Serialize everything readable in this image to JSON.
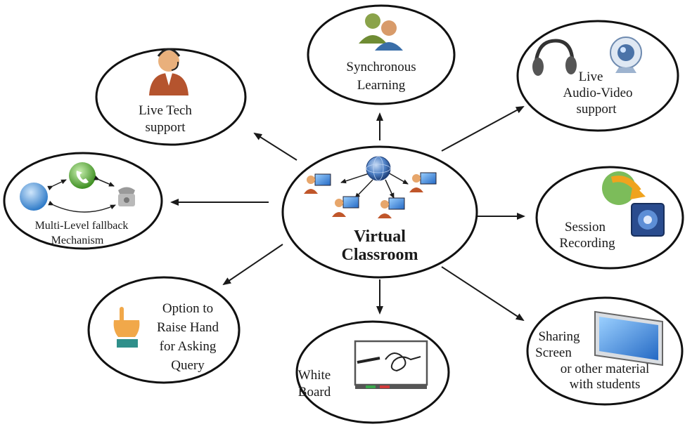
{
  "center": {
    "lines": [
      "Virtual",
      "Classroom"
    ]
  },
  "nodes": {
    "synchronous_learning": {
      "lines": [
        "Synchronous",
        "Learning"
      ]
    },
    "live_tech_support": {
      "lines": [
        "Live Tech",
        "support"
      ]
    },
    "live_audio_video": {
      "lines": [
        "Live",
        "Audio-Video",
        "support"
      ]
    },
    "multi_level_fallback": {
      "lines": [
        "Multi-Level  fallback",
        "Mechanism"
      ]
    },
    "session_recording": {
      "lines": [
        "Session",
        "Recording"
      ]
    },
    "raise_hand": {
      "lines": [
        "Option to",
        "Raise Hand",
        "for Asking",
        "Query"
      ]
    },
    "white_board": {
      "lines": [
        "White",
        "Board"
      ]
    },
    "sharing_screen": {
      "lines": [
        "Sharing",
        "Screen",
        "or other material",
        "with students"
      ]
    }
  },
  "colors": {
    "outline": "#111111",
    "globe": "#2f5fa8",
    "monitor": "#3a7bd5",
    "person_skin": "#e7a66b",
    "person_shirt": "#c0562a",
    "green_phone": "#5aa83c",
    "blue_bubble": "#3f8fd8"
  }
}
